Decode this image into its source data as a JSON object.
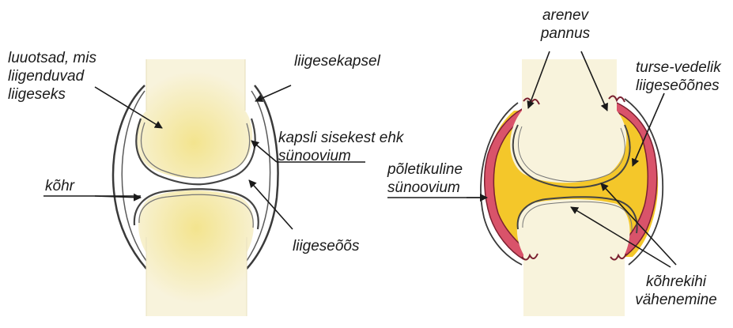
{
  "healthy_joint": {
    "label_bone_ends": [
      "luuotsad, mis",
      "liigenduvad",
      "liigeseks"
    ],
    "label_capsule": "liigesekapsel",
    "label_synovium": [
      "kapsli sisekest ehk",
      "sünoovium"
    ],
    "label_cartilage": "kõhr",
    "label_joint_space": "liigeseõõs"
  },
  "arthritic_joint": {
    "label_pannus": [
      "arenev",
      "pannus"
    ],
    "label_swelling": [
      "turse-vedelik",
      "liigeseõõnes"
    ],
    "label_inflamed_synovium": [
      "põletikuline",
      "sünoovium"
    ],
    "label_cartilage_thinning": [
      "kõhrekihi",
      "vähenemine"
    ]
  },
  "colors": {
    "bone": "#f7f1d8",
    "marrow_glow": "#f4e79a",
    "fluid": "#f4c72a",
    "inflamed": "#d9536a",
    "outline": "#3a3a3a"
  }
}
